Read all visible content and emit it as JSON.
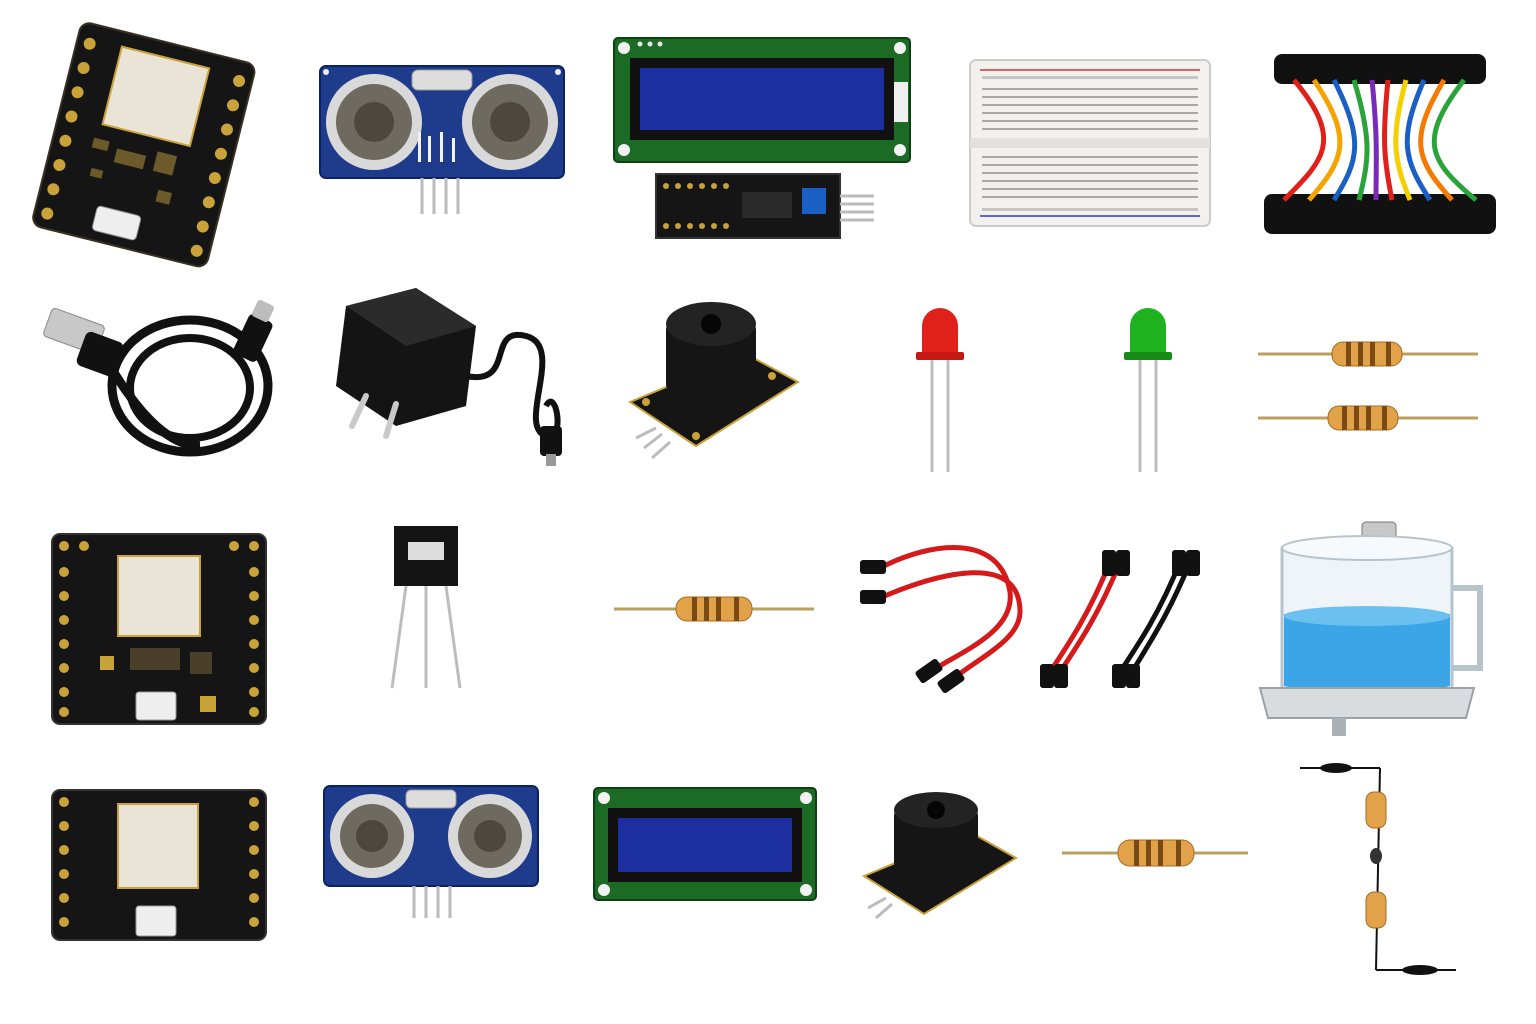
{
  "items": [
    {
      "id": "esp32-board",
      "kind": "microcontroller board"
    },
    {
      "id": "ultrasonic-sensor",
      "kind": "ultrasonic distance sensor"
    },
    {
      "id": "lcd-display",
      "kind": "character lcd with i2c backpack"
    },
    {
      "id": "breadboard",
      "kind": "half size breadboard"
    },
    {
      "id": "jumper-wire-bundle",
      "kind": "jumper wire bundle"
    },
    {
      "id": "usb-cable",
      "kind": "usb cable"
    },
    {
      "id": "power-adapter",
      "kind": "wall power adapter"
    },
    {
      "id": "buzzer-module",
      "kind": "buzzer module"
    },
    {
      "id": "red-led",
      "kind": "red led"
    },
    {
      "id": "green-led",
      "kind": "green led"
    },
    {
      "id": "resistor-pair",
      "kind": "resistors"
    },
    {
      "id": "microcontroller-board-2",
      "kind": "microcontroller board"
    },
    {
      "id": "transistor",
      "kind": "to-92 transistor"
    },
    {
      "id": "resistor-single",
      "kind": "resistor"
    },
    {
      "id": "jumper-wires-red-black",
      "kind": "jumper wires"
    },
    {
      "id": "water-tank",
      "kind": "water container"
    },
    {
      "id": "microcontroller-board-3",
      "kind": "microcontroller board"
    },
    {
      "id": "ultrasonic-sensor-2",
      "kind": "ultrasonic distance sensor"
    },
    {
      "id": "lcd-display-2",
      "kind": "character lcd"
    },
    {
      "id": "buzzer-module-2",
      "kind": "buzzer module"
    },
    {
      "id": "resistor-single-2",
      "kind": "resistor"
    },
    {
      "id": "water-level-probe",
      "kind": "water level probe wire"
    }
  ],
  "colors": {
    "pcb_black": "#141414",
    "pad_gold": "#c9a23a",
    "sensor_blue": "#1f3c8c",
    "lcd_green": "#1c6b24",
    "lcd_screen": "#1c2ea0",
    "resistor_body": "#e2a24a",
    "led_red": "#e0201a",
    "led_green": "#1fb21f",
    "water_blue": "#3aa6e8",
    "wire_red": "#d41a1a",
    "wire_black": "#111111"
  }
}
